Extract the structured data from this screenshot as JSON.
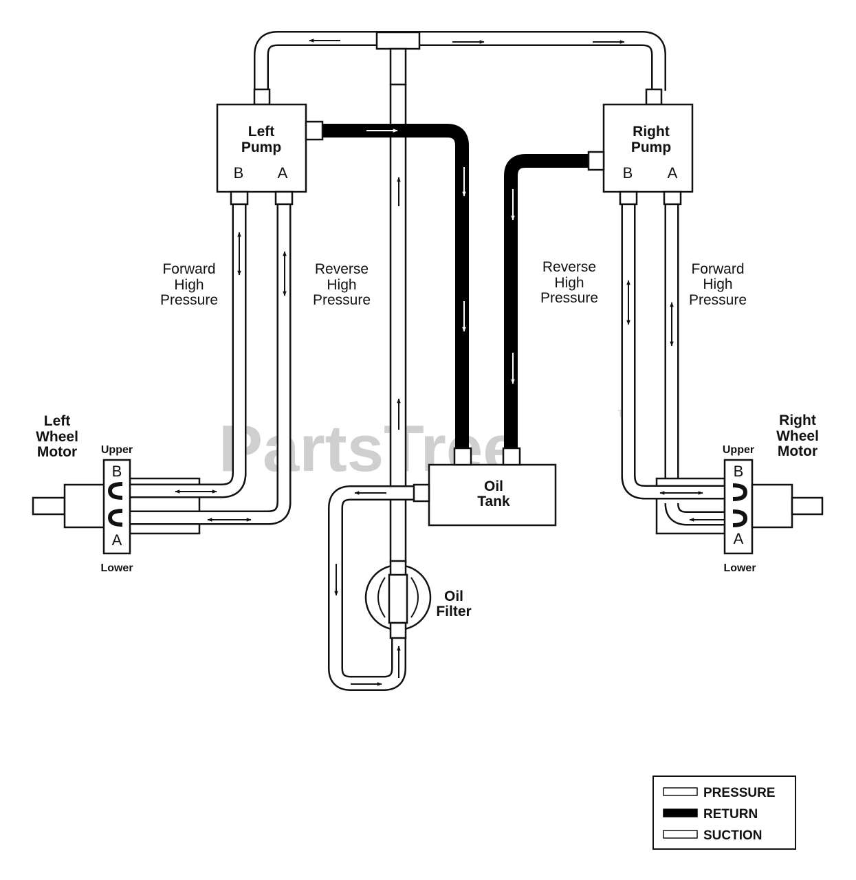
{
  "components": {
    "left_pump": {
      "line1": "Left",
      "line2": "Pump",
      "port_b": "B",
      "port_a": "A"
    },
    "right_pump": {
      "line1": "Right",
      "line2": "Pump",
      "port_b": "B",
      "port_a": "A"
    },
    "oil_tank": {
      "line1": "Oil",
      "line2": "Tank"
    },
    "oil_filter": {
      "line1": "Oil",
      "line2": "Filter"
    },
    "left_motor": {
      "line1": "Left",
      "line2": "Wheel",
      "line3": "Motor",
      "upper": "Upper",
      "lower": "Lower",
      "port_b": "B",
      "port_a": "A"
    },
    "right_motor": {
      "line1": "Right",
      "line2": "Wheel",
      "line3": "Motor",
      "upper": "Upper",
      "lower": "Lower",
      "port_b": "B",
      "port_a": "A"
    }
  },
  "labels": {
    "left_forward": [
      "Forward",
      "High",
      "Pressure"
    ],
    "left_reverse": [
      "Reverse",
      "High",
      "Pressure"
    ],
    "right_reverse": [
      "Reverse",
      "High",
      "Pressure"
    ],
    "right_forward": [
      "Forward",
      "High",
      "Pressure"
    ]
  },
  "legend": {
    "pressure": "PRESSURE",
    "return": "RETURN",
    "suction": "SUCTION"
  },
  "watermark": {
    "text": "PartsTree",
    "tm": "TM"
  },
  "colors": {
    "line": "#111111",
    "return": "#000000",
    "pipe_fill": "#ffffff",
    "watermark": "#cfcfcf"
  }
}
